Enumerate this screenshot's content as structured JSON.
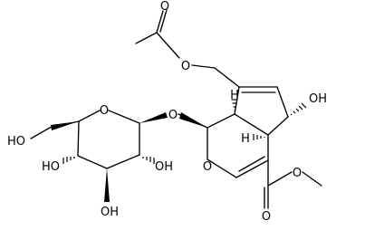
{
  "molecule": {
    "atom_labels": {
      "o_acetyl_carbonyl": "O",
      "o_acetyl_ester": "O",
      "o_cp_hydroxyl": "OH",
      "h_ring_fusion_top": "H",
      "h_ring_fusion_bottom": "H",
      "o_glycosidic": "O",
      "o_pyran_ring": "O",
      "o_sugar_ring": "O",
      "o_hydroxymethyl": "HO",
      "o_sugar_c4": "HO",
      "o_sugar_c2": "OH",
      "o_sugar_c3": "OH",
      "o_ester_carbonyl": "O",
      "o_ester_methoxy": "O"
    }
  }
}
